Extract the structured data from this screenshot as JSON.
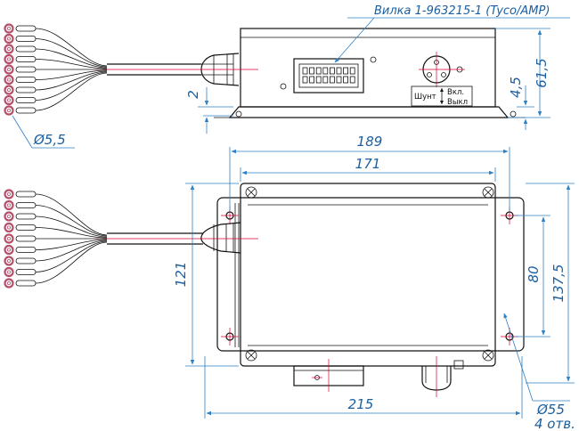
{
  "colors": {
    "dimension": "#2e80c4",
    "dimension_text": "#1a5fa0",
    "centerline": "#d9002c",
    "outline": "#111111",
    "terminal": "#b5506a"
  },
  "connector_note": "Вилка 1-963215-1 (Tyco/AMP)",
  "switch_labels": {
    "shunt": "Шунт",
    "on": "Вкл.",
    "off": "Выкл"
  },
  "dimensions": {
    "terminal_hole": "Ø5,5",
    "height_total": "61,5",
    "base_height": "4,5",
    "base_thickness": "2",
    "width_189": "189",
    "width_171": "171",
    "width_215": "215",
    "depth_121": "121",
    "hole_spacing_80": "80",
    "depth_137_5": "137,5",
    "mount_hole": "Ø55",
    "hole_count": "4 отв."
  }
}
